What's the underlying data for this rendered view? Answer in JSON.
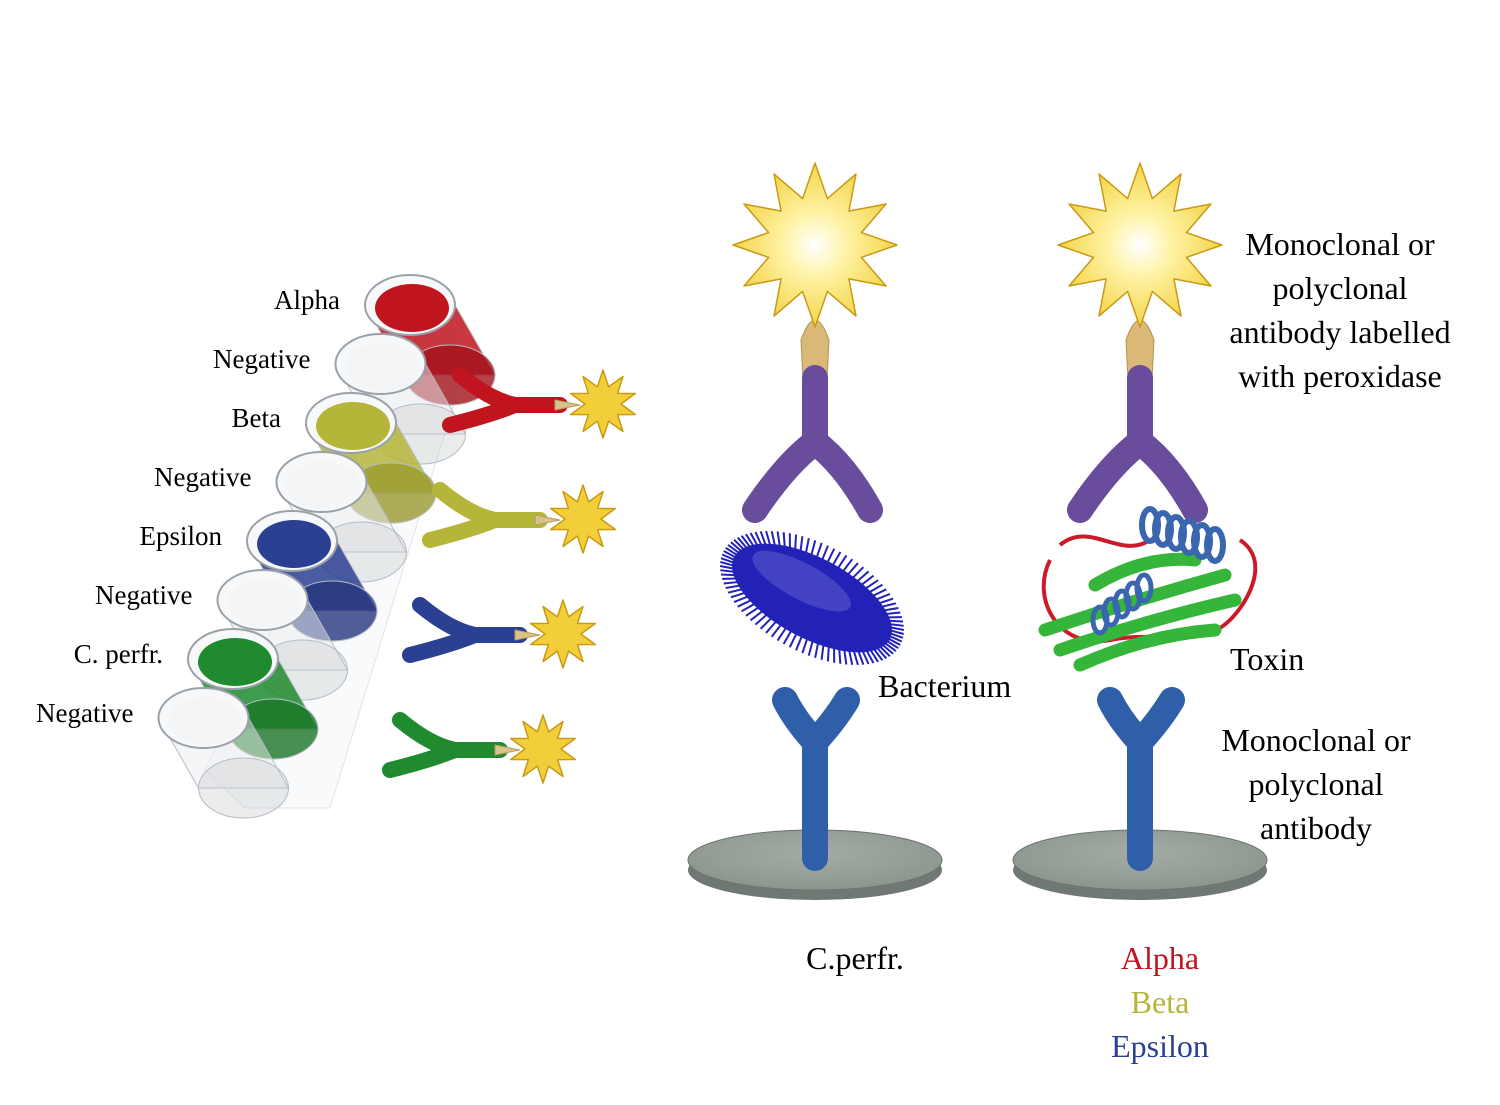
{
  "colors": {
    "alpha": "#c0141e",
    "beta": "#b5b53a",
    "epsilon": "#2b3f93",
    "cperfr": "#1f8a2e",
    "negative": "#e9ecef",
    "antibody_top": "#6a4c9c",
    "antibody_bottom": "#2f5fa8",
    "plate": "#8c968f",
    "star": "#f2cf3a",
    "bacterium": "#2222b8",
    "toxin_sheet": "#35b53a",
    "toxin_helix": "#3a66b0",
    "toxin_loop": "#cc1a2a"
  },
  "wells": [
    {
      "label": "Alpha",
      "kind": "alpha"
    },
    {
      "label": "Negative",
      "kind": "negative"
    },
    {
      "label": "Beta",
      "kind": "beta"
    },
    {
      "label": "Negative",
      "kind": "negative"
    },
    {
      "label": "Epsilon",
      "kind": "epsilon"
    },
    {
      "label": "Negative",
      "kind": "negative"
    },
    {
      "label": "C. perfr.",
      "kind": "cperfr"
    },
    {
      "label": "Negative",
      "kind": "negative"
    }
  ],
  "labels": {
    "labelled_antibody": [
      "Monoclonal or",
      "polyclonal",
      "antibody labelled",
      "with peroxidase"
    ],
    "bacterium": "Bacterium",
    "toxin": "Toxin",
    "capture_antibody": [
      "Monoclonal or",
      "polyclonal",
      "antibody"
    ],
    "cperfr": "C.perfr.",
    "toxin_types": [
      {
        "text": "Alpha",
        "kind": "alpha"
      },
      {
        "text": "Beta",
        "kind": "beta"
      },
      {
        "text": "Epsilon",
        "kind": "epsilon"
      }
    ]
  }
}
